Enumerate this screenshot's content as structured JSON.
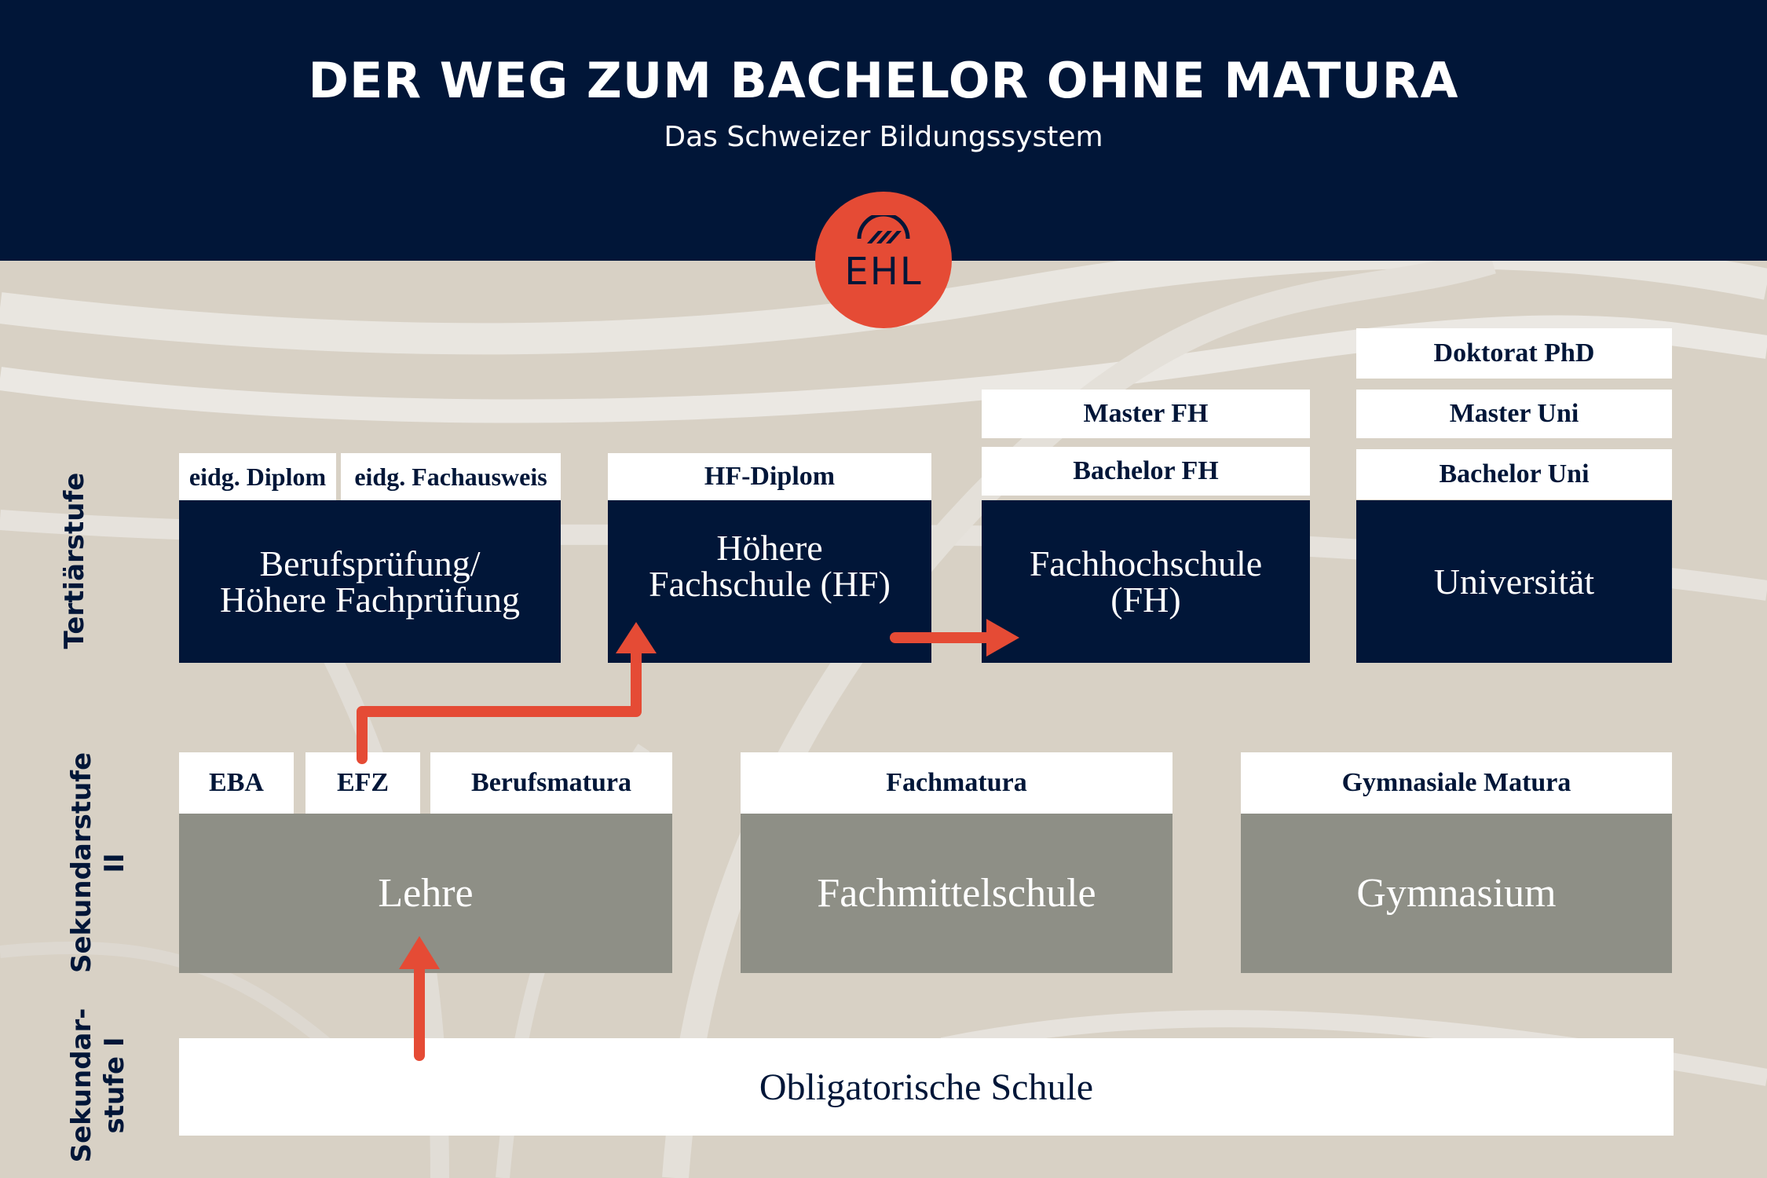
{
  "header": {
    "title": "DER WEG ZUM BACHELOR OHNE MATURA",
    "subtitle": "Das Schweizer Bildungssystem"
  },
  "logo": {
    "text": "EHL",
    "background": "#e54b35"
  },
  "colors": {
    "navy": "#011638",
    "grey": "#8e8f86",
    "arrow": "#e54b35",
    "white": "#ffffff"
  },
  "levels": {
    "tertiary": "Tertiärstufe",
    "secondary2_line1": "Sekundarstufe",
    "secondary2_line2": "II",
    "secondary1_line1": "Sekundar-",
    "secondary1_line2": "stufe I"
  },
  "tertiary": {
    "berufspruefung": {
      "label_line1": "Berufsprüfung/",
      "label_line2": "Höhere Fachprüfung",
      "cert1": "eidg. Diplom",
      "cert2": "eidg. Fachausweis"
    },
    "hf": {
      "label_line1": "Höhere",
      "label_line2": "Fachschule (HF)",
      "cert": "HF-Diplom"
    },
    "fh": {
      "label_line1": "Fachhochschule",
      "label_line2": "(FH)",
      "cert_bachelor": "Bachelor FH",
      "cert_master": "Master FH"
    },
    "uni": {
      "label": "Universität",
      "cert_bachelor": "Bachelor Uni",
      "cert_master": "Master Uni",
      "cert_phd": "Doktorat PhD"
    }
  },
  "secondary2": {
    "lehre": {
      "label": "Lehre",
      "cert_eba": "EBA",
      "cert_efz": "EFZ",
      "cert_bm": "Berufsmatura"
    },
    "fms": {
      "label": "Fachmittelschule",
      "cert": "Fachmatura"
    },
    "gym": {
      "label": "Gymnasium",
      "cert": "Gymnasiale Matura"
    }
  },
  "secondary1": {
    "label": "Obligatorische Schule"
  }
}
